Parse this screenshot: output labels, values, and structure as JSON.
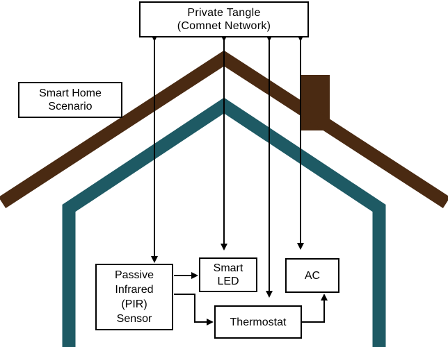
{
  "diagram": {
    "network_box": {
      "lines": [
        "Private Tangle",
        "(Comnet Network)"
      ]
    },
    "scenario_label": {
      "lines": [
        "Smart Home",
        "Scenario"
      ]
    },
    "devices": {
      "pir_sensor": {
        "lines": [
          "Passive",
          "Infrared",
          "(PIR)",
          "Sensor"
        ]
      },
      "smart_led": {
        "lines": [
          "Smart",
          "LED"
        ]
      },
      "ac": {
        "lines": [
          "AC"
        ]
      },
      "thermostat": {
        "lines": [
          "Thermostat"
        ]
      }
    },
    "colors": {
      "roof": "#4a2a12",
      "walls": "#1e5a64",
      "chimney": "#4a2a12",
      "arrows": "#000000",
      "box_border": "#000000"
    }
  }
}
